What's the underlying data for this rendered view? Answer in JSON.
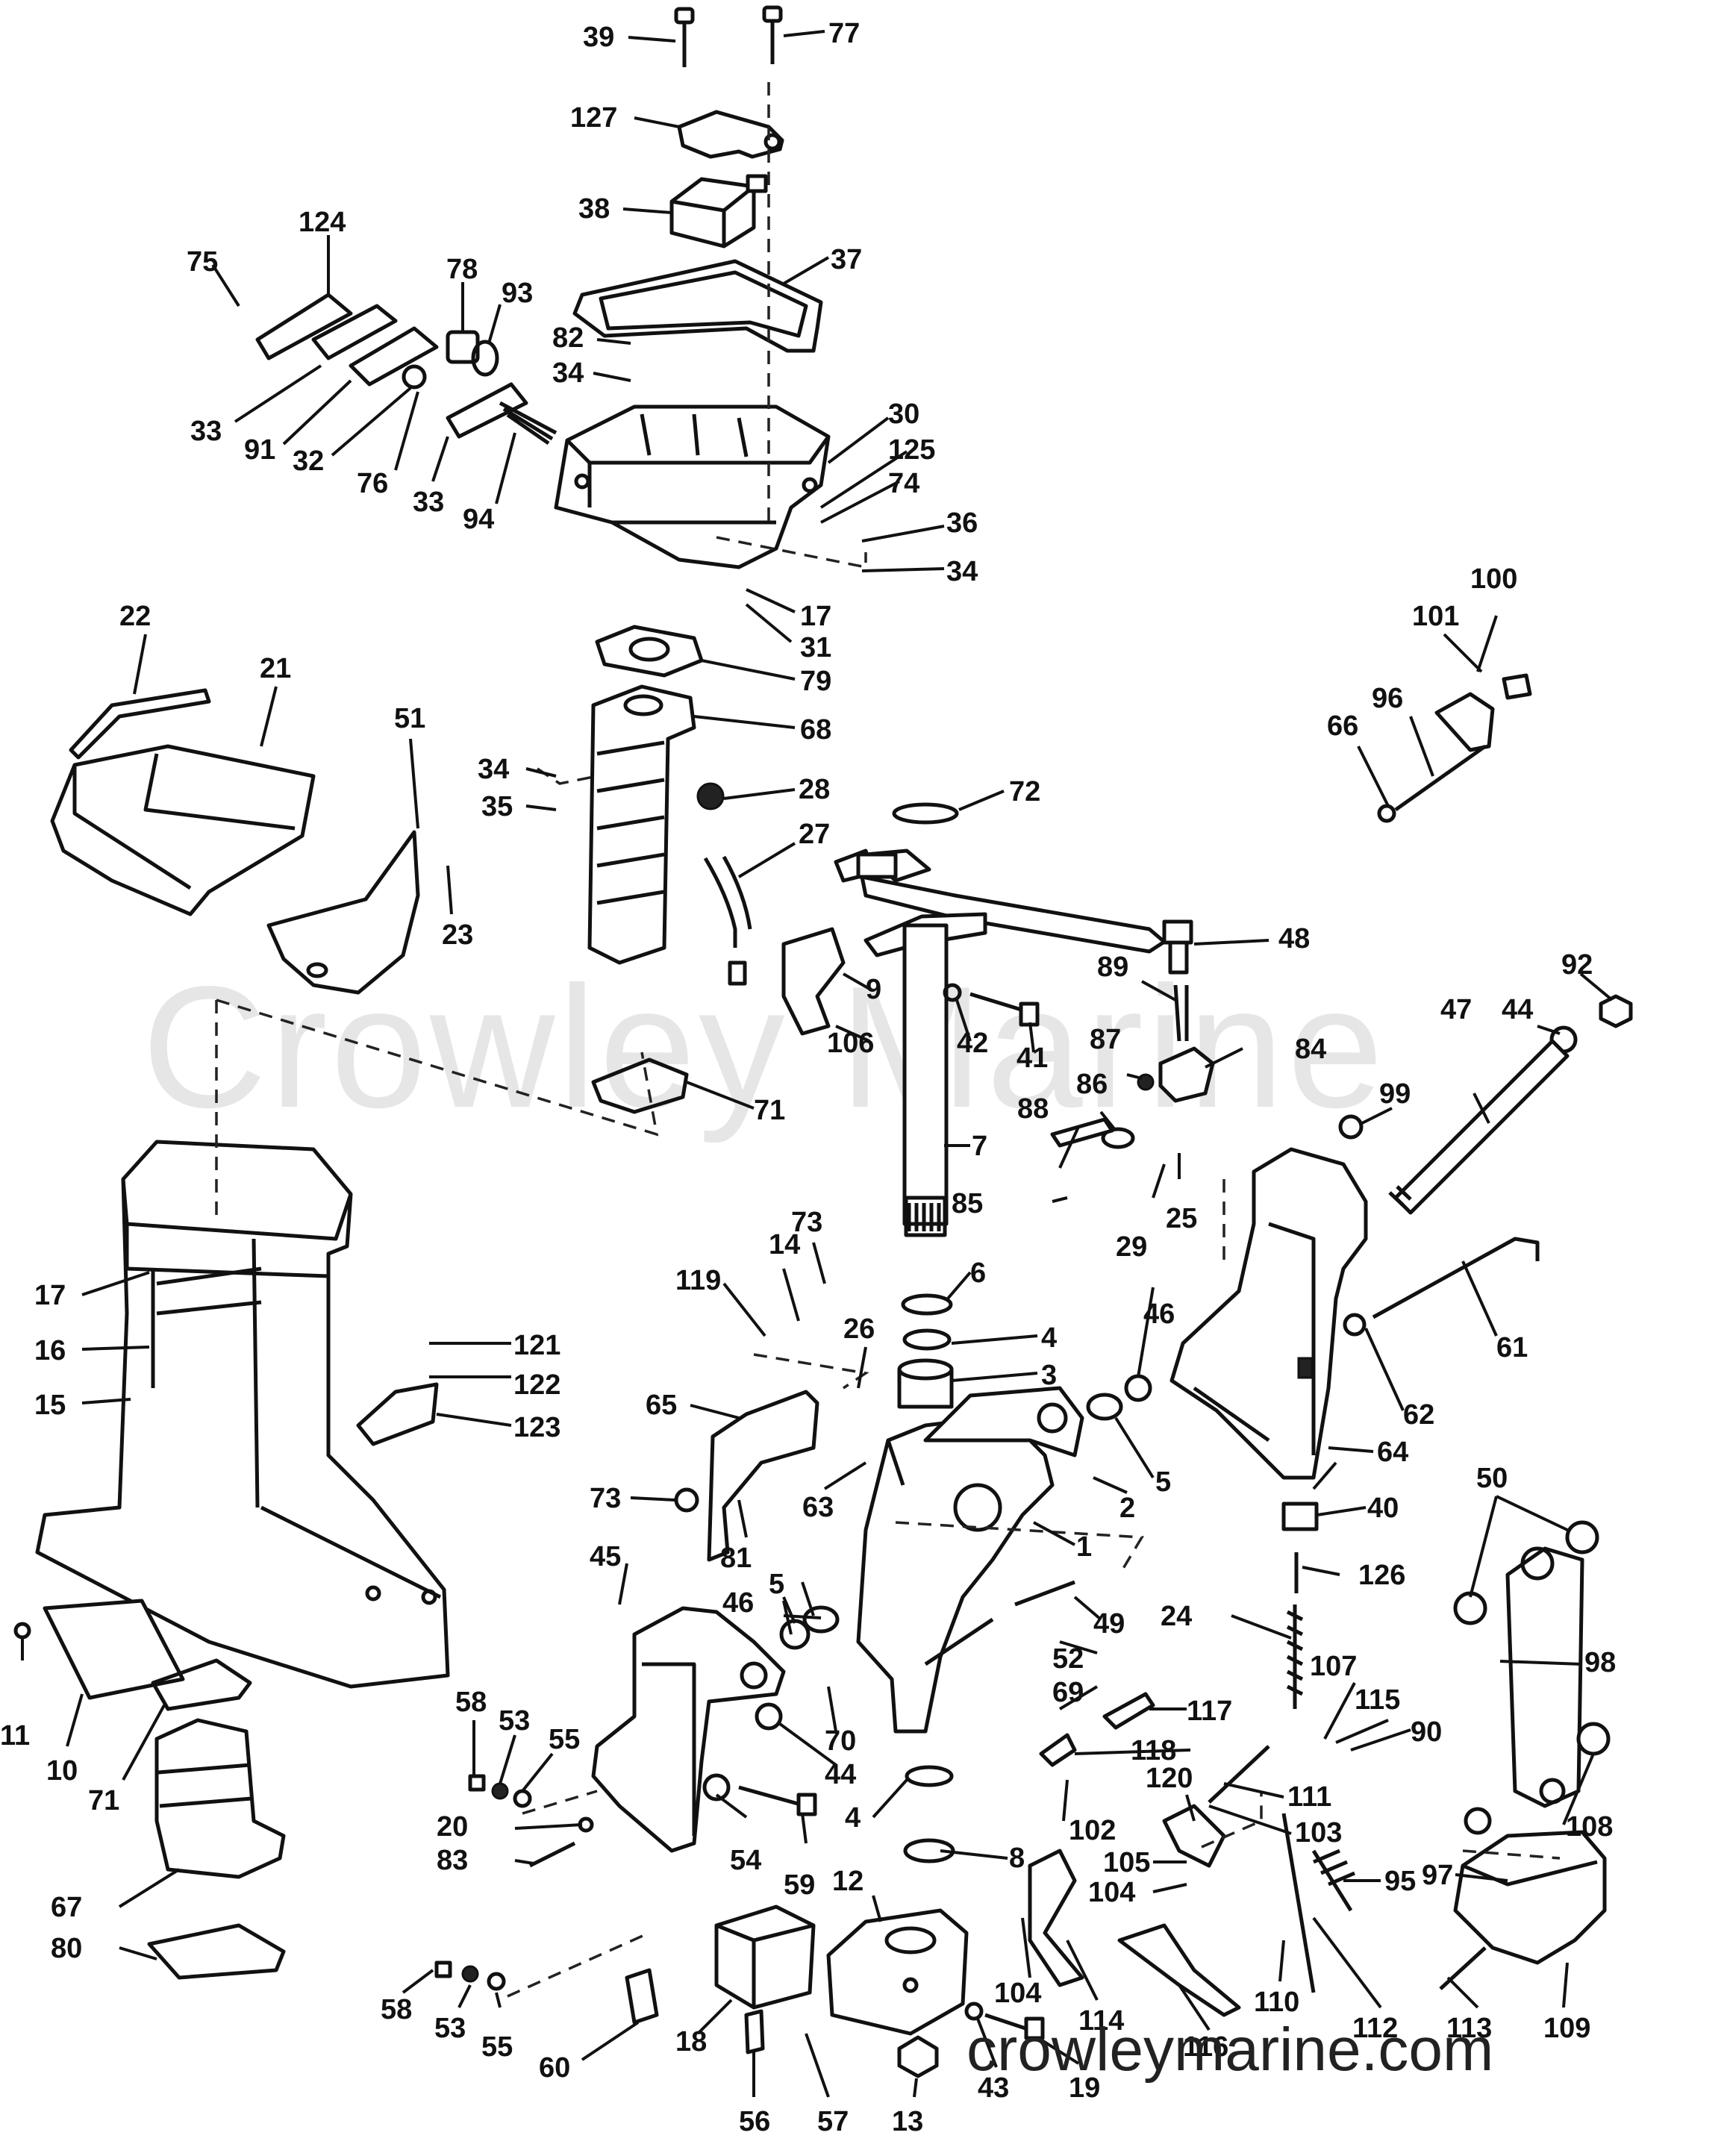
{
  "watermark": "Crowley Marine",
  "footer": "crowleymarine.com",
  "callouts": [
    "39",
    "77",
    "127",
    "38",
    "124",
    "75",
    "78",
    "93",
    "37",
    "82",
    "34",
    "33",
    "91",
    "32",
    "76",
    "33",
    "94",
    "30",
    "125",
    "74",
    "36",
    "34",
    "17",
    "31",
    "79",
    "68",
    "22",
    "21",
    "51",
    "23",
    "34",
    "35",
    "28",
    "27",
    "72",
    "9",
    "106",
    "42",
    "41",
    "48",
    "89",
    "92",
    "44",
    "47",
    "87",
    "86",
    "84",
    "88",
    "99",
    "85",
    "29",
    "25",
    "71",
    "7",
    "100",
    "101",
    "96",
    "66",
    "17",
    "16",
    "15",
    "119",
    "14",
    "73",
    "6",
    "4",
    "3",
    "26",
    "121",
    "122",
    "123",
    "65",
    "63",
    "73",
    "81",
    "46",
    "5",
    "2",
    "1",
    "61",
    "62",
    "64",
    "50",
    "40",
    "126",
    "45",
    "5",
    "46",
    "49",
    "24",
    "52",
    "69",
    "70",
    "44",
    "117",
    "118",
    "98",
    "107",
    "115",
    "90",
    "11",
    "10",
    "71",
    "58",
    "53",
    "55",
    "20",
    "83",
    "54",
    "59",
    "120",
    "111",
    "103",
    "108",
    "4",
    "12",
    "8",
    "102",
    "105",
    "104",
    "97",
    "95",
    "67",
    "80",
    "58",
    "53",
    "55",
    "60",
    "18",
    "56",
    "57",
    "13",
    "43",
    "19",
    "104",
    "114",
    "116",
    "110",
    "112",
    "113",
    "109"
  ]
}
